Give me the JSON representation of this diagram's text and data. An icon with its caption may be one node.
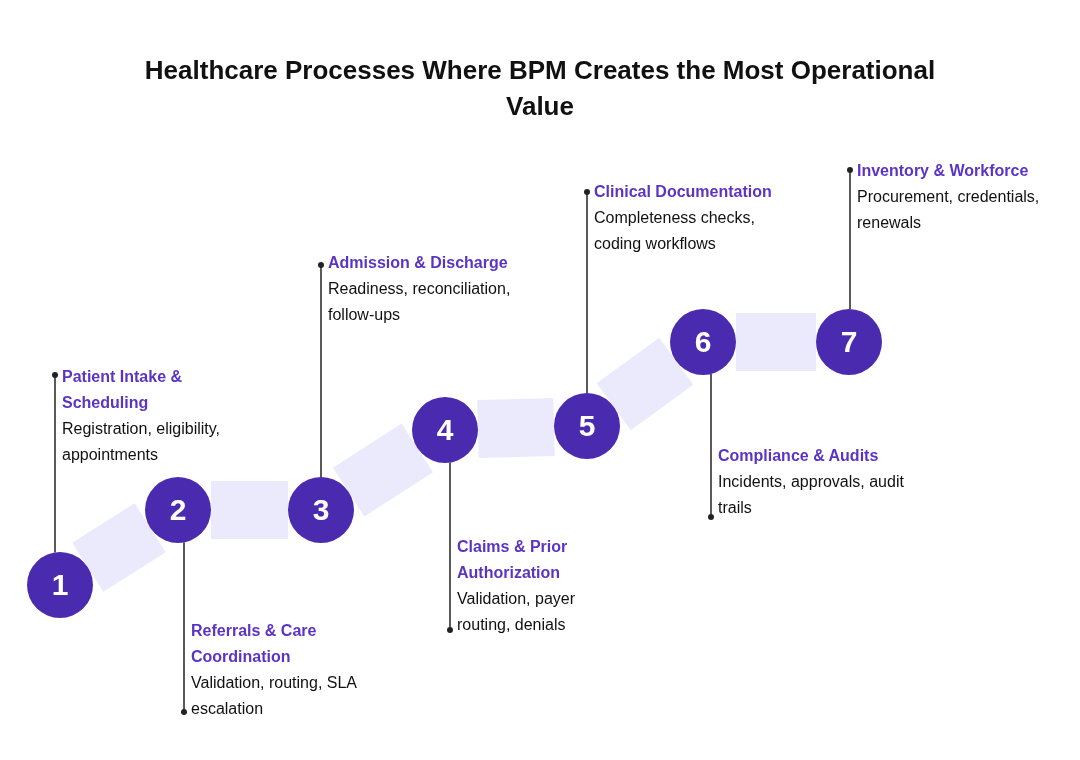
{
  "diagram": {
    "title": "Healthcare Processes Where BPM Creates the Most Operational Value",
    "nodes": [
      {
        "text": [
          "1"
        ]
      },
      {
        "text": [
          "2"
        ]
      },
      {
        "text": [
          "3"
        ]
      },
      {
        "text": [
          "4"
        ]
      },
      {
        "text": [
          "5"
        ]
      },
      {
        "text": [
          "6"
        ]
      },
      {
        "text": [
          "7"
        ]
      },
      {
        "text": [
          "Patient Intake & Scheduling",
          "Registration, eligibility, appointments"
        ]
      },
      {
        "text": [
          "Referrals & Care Coordination",
          "Validation, routing, SLA escalation"
        ]
      },
      {
        "text": [
          "Admission & Discharge",
          "Readiness, reconciliation, follow-ups"
        ]
      },
      {
        "text": [
          "Claims & Prior Authorization",
          "Validation, payer routing, denials"
        ]
      },
      {
        "text": [
          "Clinical Documentation",
          "Completeness checks, coding workflows"
        ]
      },
      {
        "text": [
          "Compliance & Audits",
          "Incidents, approvals, audit trails"
        ]
      },
      {
        "text": [
          "Inventory & Workforce",
          "Procurement, credentials, renewals"
        ]
      }
    ],
    "edges": [
      {
        "from": 0,
        "to": 1,
        "arrow": "none",
        "style": "thick",
        "color": "#ebeafd"
      },
      {
        "from": 1,
        "to": 2,
        "arrow": "none",
        "style": "thick",
        "color": "#ebeafd"
      },
      {
        "from": 2,
        "to": 3,
        "arrow": "none",
        "style": "thick",
        "color": "#ebeafd"
      },
      {
        "from": 3,
        "to": 4,
        "arrow": "none",
        "style": "thick",
        "color": "#ebeafd"
      },
      {
        "from": 4,
        "to": 5,
        "arrow": "none",
        "style": "thick",
        "color": "#ebeafd"
      },
      {
        "from": 5,
        "to": 6,
        "arrow": "none",
        "style": "thick",
        "color": "#ebeafd"
      },
      {
        "from": 0,
        "to": 7,
        "arrow": "other"
      },
      {
        "from": 1,
        "to": 8,
        "arrow": "other"
      },
      {
        "from": 2,
        "to": 9,
        "arrow": "other"
      },
      {
        "from": 3,
        "to": 10,
        "arrow": "other"
      },
      {
        "from": 4,
        "to": 11,
        "arrow": "other"
      },
      {
        "from": 5,
        "to": 12,
        "arrow": "other"
      },
      {
        "from": 6,
        "to": 13,
        "arrow": "other"
      }
    ]
  }
}
